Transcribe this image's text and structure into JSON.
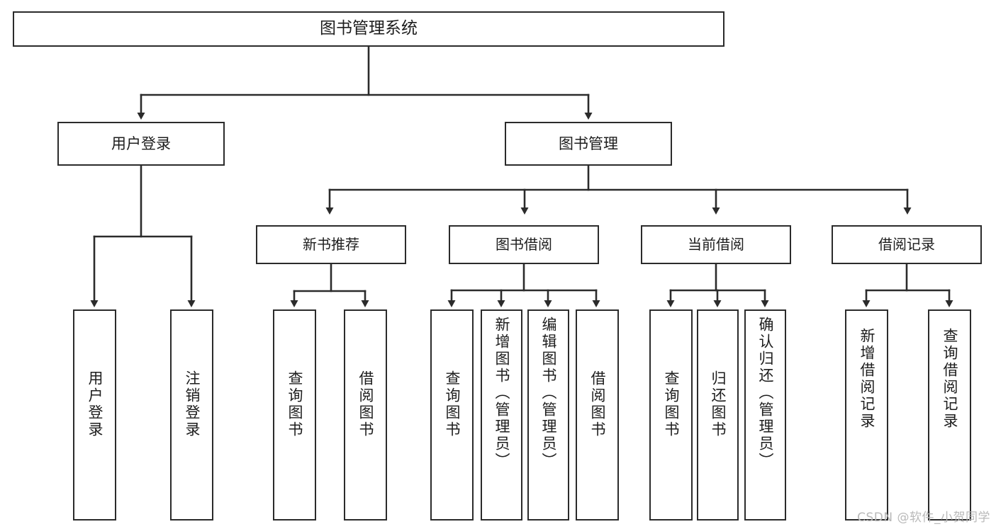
{
  "diagram": {
    "type": "tree-hierarchy",
    "title": "图书管理系统",
    "watermark": "CSDN @软件_小贺同学",
    "colors": {
      "stroke": "#2b2b2b",
      "fill": "#ffffff",
      "text": "#1d1d1d",
      "watermark": "#b9b9b9"
    },
    "nodes": {
      "root": {
        "label": "图书管理系统",
        "level": 0
      },
      "l1": [
        {
          "id": "user-login",
          "label": "用户登录",
          "level": 1
        },
        {
          "id": "book-manage",
          "label": "图书管理",
          "level": 1
        }
      ],
      "l2": [
        {
          "id": "new-book-recommend",
          "label": "新书推荐",
          "level": 2,
          "parent": "book-manage"
        },
        {
          "id": "book-borrow",
          "label": "图书借阅",
          "level": 2,
          "parent": "book-manage"
        },
        {
          "id": "current-borrow",
          "label": "当前借阅",
          "level": 2,
          "parent": "book-manage"
        },
        {
          "id": "borrow-record",
          "label": "借阅记录",
          "level": 2,
          "parent": "book-manage"
        }
      ],
      "leaves": [
        {
          "id": "leaf-user-login",
          "label": "用户登录",
          "parent": "user-login"
        },
        {
          "id": "leaf-logout-login",
          "label": "注销登录",
          "parent": "user-login"
        },
        {
          "id": "leaf-query-book-1",
          "label": "查询图书",
          "parent": "new-book-recommend"
        },
        {
          "id": "leaf-borrow-book-1",
          "label": "借阅图书",
          "parent": "new-book-recommend"
        },
        {
          "id": "leaf-query-book-2",
          "label": "查询图书",
          "parent": "book-borrow"
        },
        {
          "id": "leaf-add-book",
          "label": "新增图书（管理员）",
          "parent": "book-borrow"
        },
        {
          "id": "leaf-edit-book",
          "label": "编辑图书（管理员）",
          "parent": "book-borrow"
        },
        {
          "id": "leaf-borrow-book-2",
          "label": "借阅图书",
          "parent": "book-borrow"
        },
        {
          "id": "leaf-query-book-3",
          "label": "查询图书",
          "parent": "current-borrow"
        },
        {
          "id": "leaf-return-book",
          "label": "归还图书",
          "parent": "current-borrow"
        },
        {
          "id": "leaf-confirm-return",
          "label": "确认归还（管理员）",
          "parent": "current-borrow"
        },
        {
          "id": "leaf-add-record",
          "label": "新增借阅记录",
          "parent": "borrow-record"
        },
        {
          "id": "leaf-query-record",
          "label": "查询借阅记录",
          "parent": "borrow-record"
        }
      ]
    }
  }
}
